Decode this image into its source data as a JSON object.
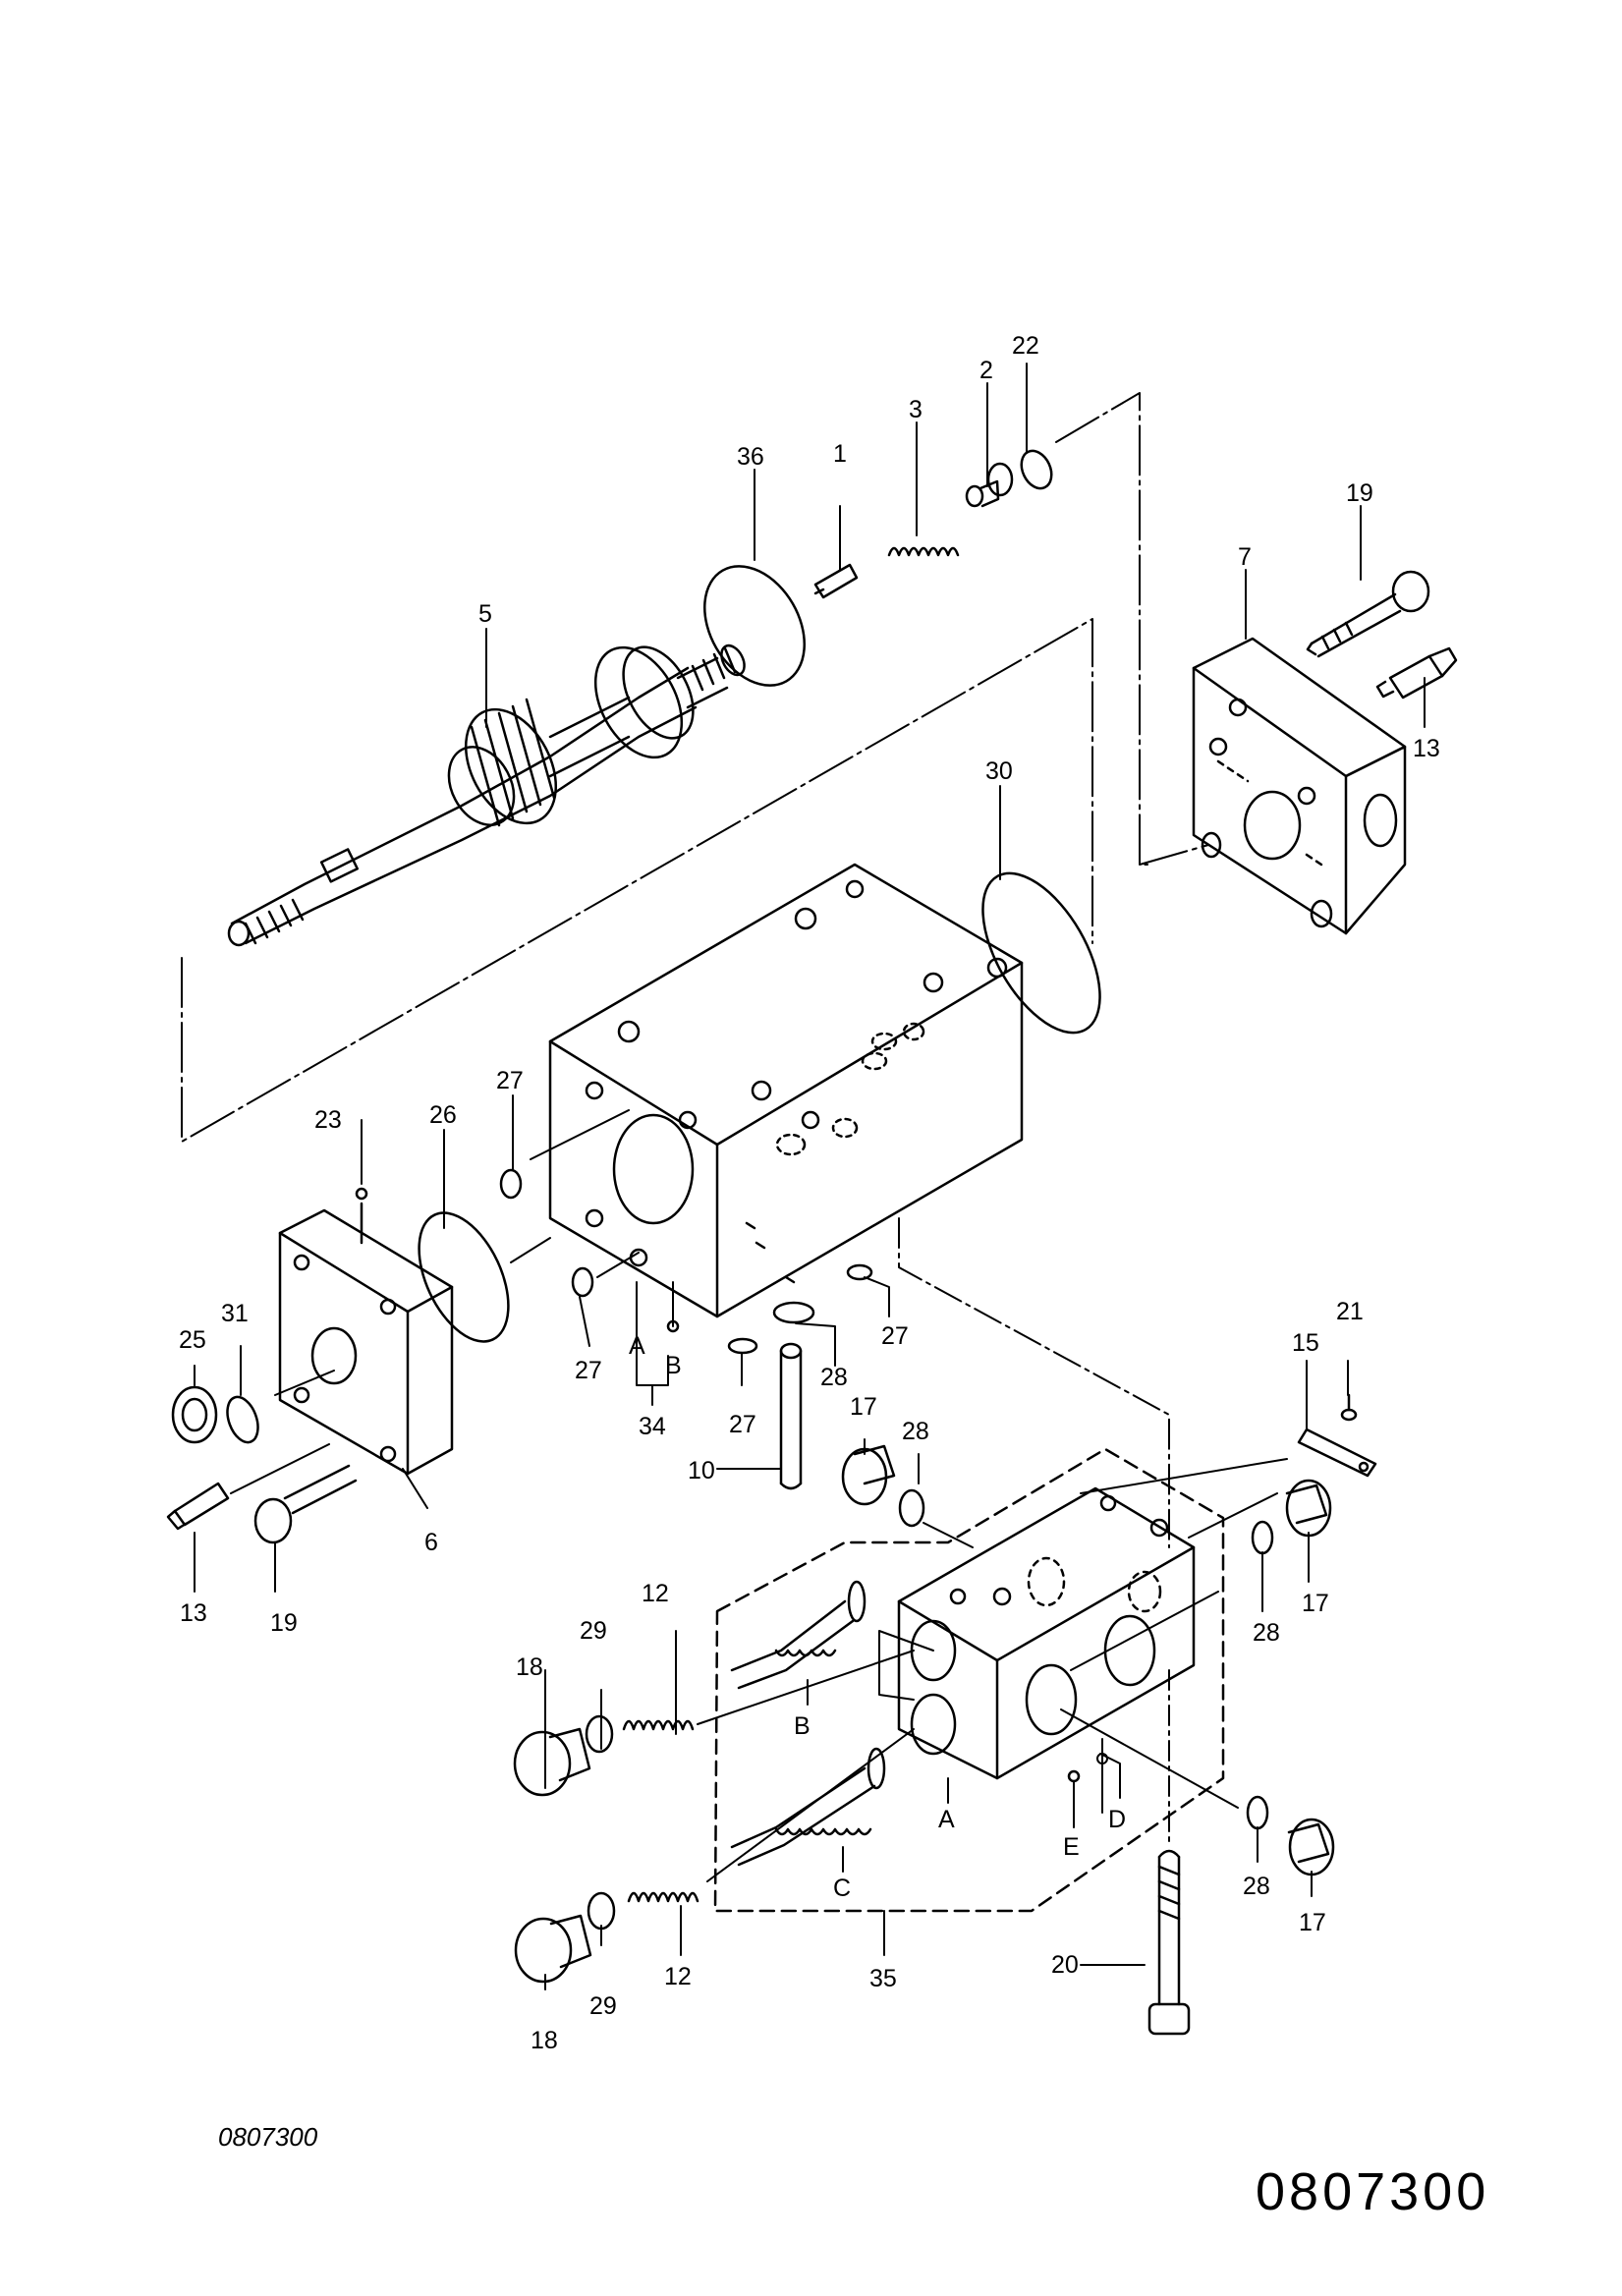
{
  "diagram": {
    "drawing_code_small": "0807300",
    "drawing_code_large": "0807300",
    "callouts": {
      "p1": "1",
      "p2": "2",
      "p3": "3",
      "p5": "5",
      "p6": "6",
      "p7": "7",
      "p10": "10",
      "p12a": "12",
      "p12b": "12",
      "p13a": "13",
      "p13b": "13",
      "p15": "15",
      "p17a": "17",
      "p17b": "17",
      "p17c": "17",
      "p18a": "18",
      "p18b": "18",
      "p19a": "19",
      "p19b": "19",
      "p20": "20",
      "p21": "21",
      "p22": "22",
      "p23": "23",
      "p25": "25",
      "p26": "26",
      "p27a": "27",
      "p27b": "27",
      "p27c": "27",
      "p27d": "27",
      "p28a": "28",
      "p28b": "28",
      "p28c": "28",
      "p28d": "28",
      "p29a": "29",
      "p29b": "29",
      "p30": "30",
      "p31": "31",
      "p34": "34",
      "p35": "35",
      "p36": "36",
      "portA1": "A",
      "portB1": "B",
      "portA2": "A",
      "portB2": "B",
      "portC": "C",
      "portD": "D",
      "portE": "E"
    }
  }
}
